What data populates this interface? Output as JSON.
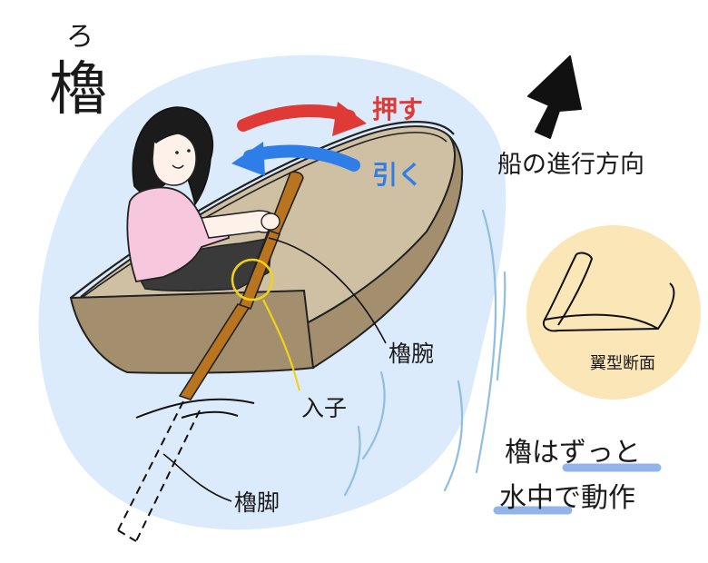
{
  "title": {
    "ruby": "ろ",
    "kanji": "櫓"
  },
  "actions": {
    "push": "押す",
    "pull": "引く"
  },
  "direction_label": "船の進行方向",
  "parts": {
    "arm": "櫓腕",
    "pivot": "入子",
    "blade": "櫓脚"
  },
  "cross_section_label": "翼型断面",
  "note": {
    "line1": "櫓はずっと",
    "line2": "水中で動作"
  },
  "colors": {
    "water": "#dcebfb",
    "push_arrow": "#e03a36",
    "pull_arrow": "#2f7ee8",
    "pivot_circle": "#f1d21b",
    "highlight": "#7fa7e8",
    "cross_section_bg": "#fbe6b8",
    "boat_inner": "#cfc0a4",
    "boat_outer": "#a38f6e",
    "oar": "#b9741f",
    "shirt": "#f6c7dd"
  }
}
